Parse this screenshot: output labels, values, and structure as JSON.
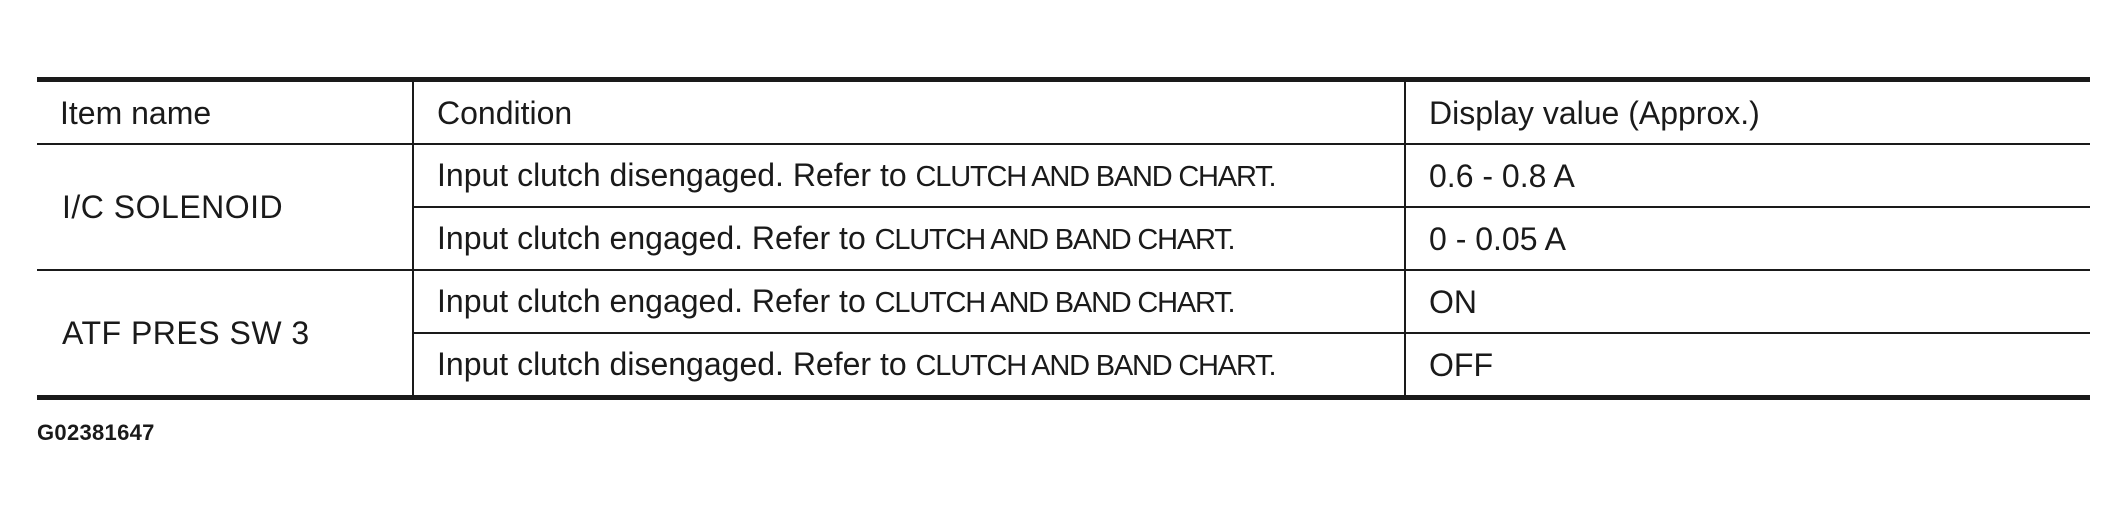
{
  "table": {
    "headers": [
      "Item name",
      "Condition",
      "Display value (Approx.)"
    ],
    "groups": [
      {
        "item": "I/C SOLENOID",
        "rows": [
          {
            "condition": "Input clutch disengaged. Refer to",
            "reference": "CLUTCH AND BAND CHART.",
            "value": "0.6 - 0.8 A"
          },
          {
            "condition": "Input clutch engaged. Refer to",
            "reference": "CLUTCH AND BAND CHART.",
            "value": "0 - 0.05 A"
          }
        ]
      },
      {
        "item": "ATF PRES SW 3",
        "rows": [
          {
            "condition": "Input clutch engaged. Refer to",
            "reference": "CLUTCH AND BAND CHART.",
            "value": "ON"
          },
          {
            "condition": "Input clutch disengaged. Refer to",
            "reference": "CLUTCH AND BAND CHART.",
            "value": "OFF"
          }
        ]
      }
    ]
  },
  "figure_id": "G02381647"
}
